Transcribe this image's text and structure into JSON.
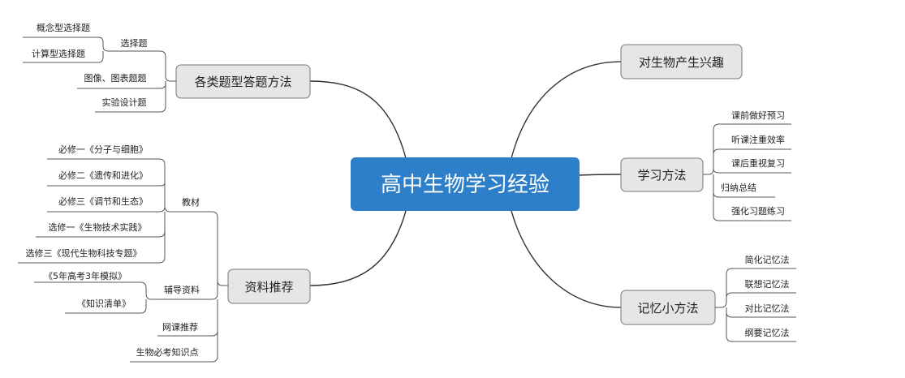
{
  "center": {
    "title": "高中生物学习经验",
    "color": "#2d7fc9"
  },
  "branches": [
    {
      "label": "各类题型答题方法",
      "groups": [
        {
          "label": "选择题",
          "leaves": [
            "概念型选择题",
            "计算型选择题"
          ]
        }
      ],
      "leaves": [
        "图像、图表题题",
        "实验设计题"
      ]
    },
    {
      "label": "资料推荐",
      "groups": [
        {
          "label": "教材",
          "leaves": [
            "必修一《分子与细胞》",
            "必修二《遗传和进化》",
            "必修三《调节和生态》",
            "选修一《生物技术实践》",
            "选修三《现代生物科技专题》"
          ]
        },
        {
          "label": "辅导资料",
          "leaves": [
            "《5年高考3年模拟》",
            "《知识清单》"
          ]
        }
      ],
      "leaves": [
        "网课推荐",
        "生物必考知识点"
      ]
    },
    {
      "label": "对生物产生兴趣",
      "leaves": []
    },
    {
      "label": "学习方法",
      "leaves": [
        "课前做好预习",
        "听课注重效率",
        "课后重视复习",
        "归纳总结",
        "强化习题练习"
      ]
    },
    {
      "label": "记忆小方法",
      "leaves": [
        "简化记忆法",
        "联想记忆法",
        "对比记忆法",
        "纲要记忆法"
      ]
    }
  ],
  "colors": {
    "line": "#333333",
    "branch_fill": "#e6e6e6",
    "branch_border": "#777777"
  }
}
